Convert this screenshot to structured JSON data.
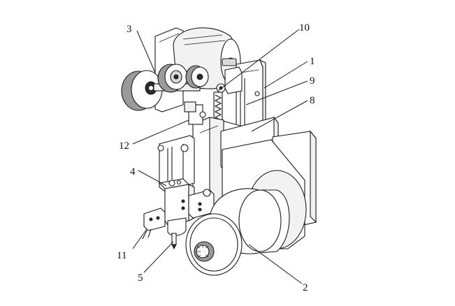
{
  "labels": {
    "l1": "1",
    "l2": "2",
    "l3": "3",
    "l4": "4",
    "l5": "5",
    "l8": "8",
    "l9": "9",
    "l10": "10",
    "l11": "11",
    "l12": "12"
  },
  "colors": {
    "line": "#1a1a1a",
    "background": "#ffffff",
    "shade_light": "#f2f2f2",
    "shade_mid": "#d9d9d9",
    "shade_dark": "#9a9a9a"
  }
}
